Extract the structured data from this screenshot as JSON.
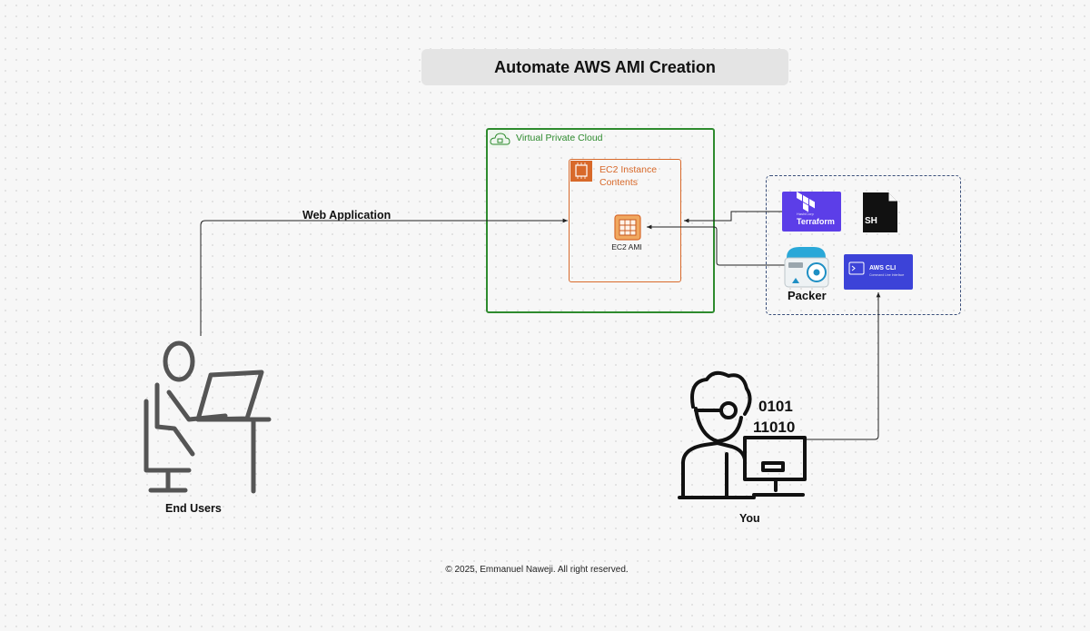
{
  "title": "Automate AWS AMI Creation",
  "vpc": {
    "label": "Virtual Private Cloud",
    "icon": "cloud-icon",
    "color": "#2e8b2e"
  },
  "ec2": {
    "label_line1": "EC2 Instance",
    "label_line2": "Contents",
    "icon": "chip-icon",
    "color": "#d8692a"
  },
  "ami": {
    "label": "EC2 AMI",
    "icon": "ami-icon"
  },
  "tools": {
    "terraform": {
      "label": "Terraform",
      "sublabel": "HashiCorp",
      "color": "#5c3ee8"
    },
    "sh": {
      "label": "SH",
      "icon": "shell-file-icon"
    },
    "packer": {
      "label": "Packer",
      "icon": "packer-icon"
    },
    "awscli": {
      "label": "AWS CLI",
      "sublabel": "Command Line Interface",
      "color": "#3c43d8"
    }
  },
  "connections": {
    "web_label": "Web Application"
  },
  "end_users": {
    "label": "End Users",
    "icon": "user-at-computer-icon"
  },
  "you": {
    "label": "You",
    "icon": "developer-icon"
  },
  "footer": "© 2025, Emmanuel Naweji. All right reserved."
}
